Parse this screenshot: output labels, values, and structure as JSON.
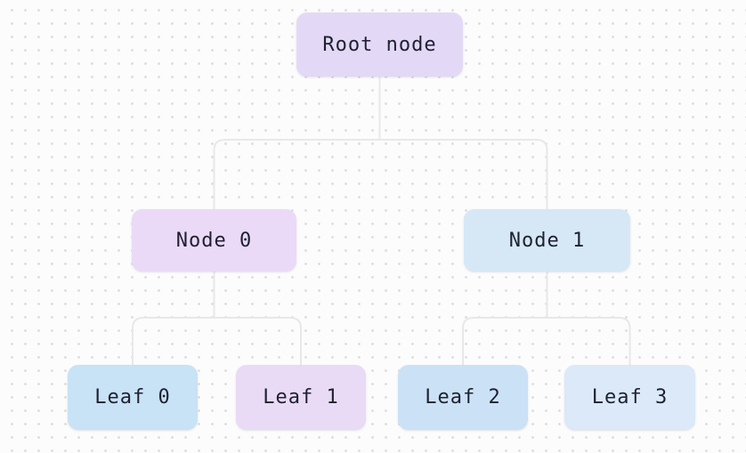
{
  "diagram": {
    "type": "tree",
    "nodes": {
      "root": {
        "label": "Root node",
        "color": "#e3d9f7"
      },
      "node0": {
        "label": "Node 0",
        "color": "#ebdaf7"
      },
      "node1": {
        "label": "Node 1",
        "color": "#d6e8f6"
      },
      "leaf0": {
        "label": "Leaf 0",
        "color": "#c8e2f6"
      },
      "leaf1": {
        "label": "Leaf 1",
        "color": "#e9daf6"
      },
      "leaf2": {
        "label": "Leaf 2",
        "color": "#cbe1f6"
      },
      "leaf3": {
        "label": "Leaf 3",
        "color": "#dbe9f9"
      }
    },
    "edges": [
      {
        "from": "root",
        "to": "node0"
      },
      {
        "from": "root",
        "to": "node1"
      },
      {
        "from": "node0",
        "to": "leaf0"
      },
      {
        "from": "node0",
        "to": "leaf1"
      },
      {
        "from": "node1",
        "to": "leaf2"
      },
      {
        "from": "node1",
        "to": "leaf3"
      }
    ],
    "colors": {
      "connector": "#e8e8e8",
      "text": "#1e2130",
      "background": "#fcfcfc",
      "grid_dot": "#dadada"
    }
  }
}
